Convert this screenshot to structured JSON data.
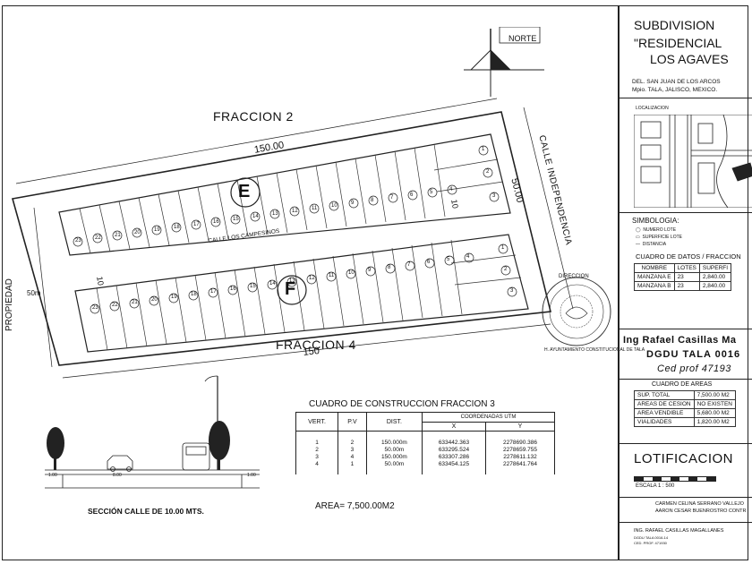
{
  "plan": {
    "north_label": "NORTE",
    "fraccion_2": "FRACCION 2",
    "fraccion_4": "FRACCION 4",
    "dim_top": "150.00",
    "dim_bottom": "150",
    "dim_right": "50.00",
    "dim_left": "50m",
    "dim_street_10a": "10",
    "dim_street_10b": "10",
    "street_right": "CALLE INDEPENDENCIA",
    "street_middle": "CALLE LOS CAMPESINOS",
    "propiedad": "PROPIEDAD",
    "manzana_e": "E",
    "manzana_f": "F",
    "lots_e_front": [
      "23",
      "22",
      "21",
      "20",
      "19",
      "18",
      "17",
      "16",
      "15",
      "14",
      "13",
      "12",
      "11",
      "10",
      "9",
      "8",
      "7",
      "6",
      "5",
      "4"
    ],
    "lots_e_back": [
      "1",
      "2",
      "3"
    ],
    "lots_f_front": [
      "23",
      "22",
      "21",
      "20",
      "19",
      "18",
      "17",
      "16",
      "15",
      "14",
      "13",
      "12",
      "11",
      "10",
      "9",
      "8",
      "7",
      "6",
      "5",
      "4"
    ],
    "lots_f_back": [
      "1",
      "2",
      "3"
    ],
    "seal_text_top": "DIRECCION",
    "seal_text_bottom": "H. AYUNTAMIENTO CONSTITUCIONAL DE TALA"
  },
  "section": {
    "caption": "SECCIÓN CALLE DE 10.00 MTS.",
    "dim_total": "8.00",
    "dim_side_l": "1.00",
    "dim_side_r": "1.00"
  },
  "construction_table": {
    "title": "CUADRO DE CONSTRUCCION FRACCION 3",
    "coord_header": "COORDENADAS UTM",
    "headers": [
      "VERT.",
      "P.V",
      "DIST.",
      "X",
      "Y"
    ],
    "rows": [
      [
        "1",
        "2",
        "150.000m",
        "633442.363",
        "2278690.386"
      ],
      [
        "2",
        "3",
        "50.00m",
        "633295.524",
        "2278659.755"
      ],
      [
        "3",
        "4",
        "150.000m",
        "633307.286",
        "2278611.132"
      ],
      [
        "4",
        "1",
        "50.00m",
        "633454.125",
        "2278641.764"
      ]
    ],
    "area": "AREA= 7,500.00M2"
  },
  "title_block": {
    "title_1": "SUBDIVISION",
    "title_2": "\"RESIDENCIAL",
    "title_3": "LOS AGAVES",
    "location_1": "DEL. SAN JUAN DE LOS ARCOS",
    "location_2": "Mpio. TALA, JALISCO, MEXICO.",
    "localizacion": "LOCALIZACION",
    "simbologia": "SIMBOLOGIA:",
    "symbols": [
      "NUMERO LOTE",
      "SUPERFICIE LOTE",
      "DISTANCIA"
    ],
    "datos_title": "CUADRO DE DATOS / FRACCION",
    "datos_headers": [
      "NOMBRE",
      "LOTES",
      "SUPERFI"
    ],
    "datos_rows": [
      [
        "MANZANA E",
        "23",
        "2,840.00"
      ],
      [
        "MANZANA B",
        "23",
        "2,840.00"
      ]
    ],
    "engineer": "Ing Rafael Casillas Ma",
    "dgdu": "DGDU TALA 0016",
    "cedula": "Ced prof 47193",
    "areas_title": "CUADRO DE AREAS",
    "areas_rows": [
      [
        "SUP. TOTAL",
        "7,500.00 M2"
      ],
      [
        "AREAS DE CESION",
        "NO EXISTEN"
      ],
      [
        "AREA VENDIBLE",
        "5,680.00 M2"
      ],
      [
        "VIALIDADES",
        "1,820.00 M2"
      ]
    ],
    "lotificacion": "LOTIFICACION",
    "escala": "ESCALA 1 : 500",
    "owner_1": "CARMEN CELINA SERRANO VALLEJO",
    "owner_2": "AARON CESAR BUENROSTRO CONTR",
    "firm_1": "ING. RAFAEL CASILLAS MAGALLANES",
    "firm_2": "DGDU TALA 0016-14",
    "firm_3": "CED. PROF. 471930"
  }
}
